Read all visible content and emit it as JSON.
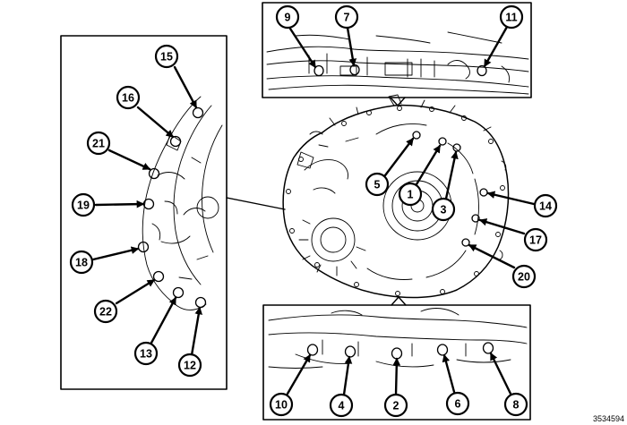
{
  "figure_number": "3534594",
  "views": {
    "top_detail": {
      "callouts": [
        "9",
        "7",
        "11"
      ]
    },
    "left_detail": {
      "callouts": [
        "15",
        "16",
        "21",
        "19",
        "18",
        "22",
        "13",
        "12"
      ]
    },
    "center_case": {
      "callouts": [
        "5",
        "1",
        "3",
        "14",
        "17",
        "20"
      ]
    },
    "bottom_detail": {
      "callouts": [
        "10",
        "4",
        "2",
        "6",
        "8"
      ]
    }
  }
}
